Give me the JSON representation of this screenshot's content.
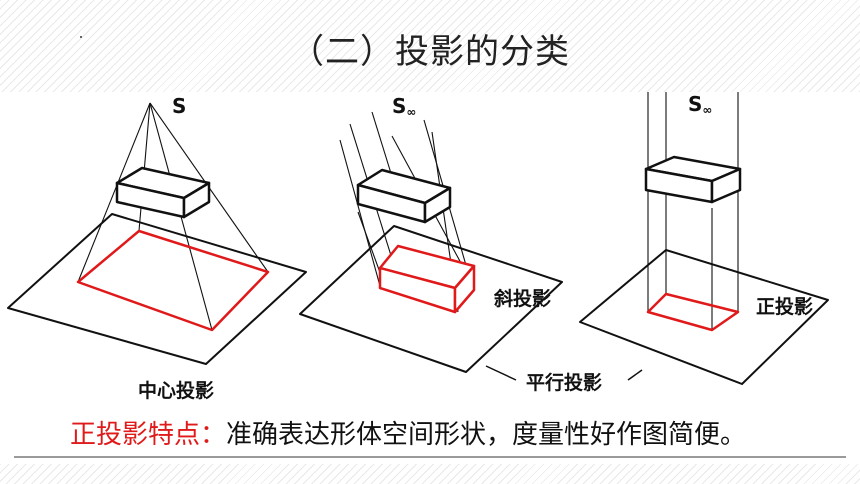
{
  "title": "（二）投影的分类",
  "diagrams": {
    "central": {
      "source_label": "S",
      "caption": "中心投影"
    },
    "oblique": {
      "source_label": "S",
      "source_sub": "∞",
      "caption": "斜投影"
    },
    "orthographic": {
      "source_label": "S",
      "source_sub": "∞",
      "caption": "正投影"
    }
  },
  "group_caption": "平行投影",
  "feature": {
    "key": "正投影特点：",
    "value": "准确表达形体空间形状，度量性好作图简便。"
  },
  "colors": {
    "projection": "#e01a1a",
    "lines": "#111111",
    "key_text": "#e01a1a"
  }
}
